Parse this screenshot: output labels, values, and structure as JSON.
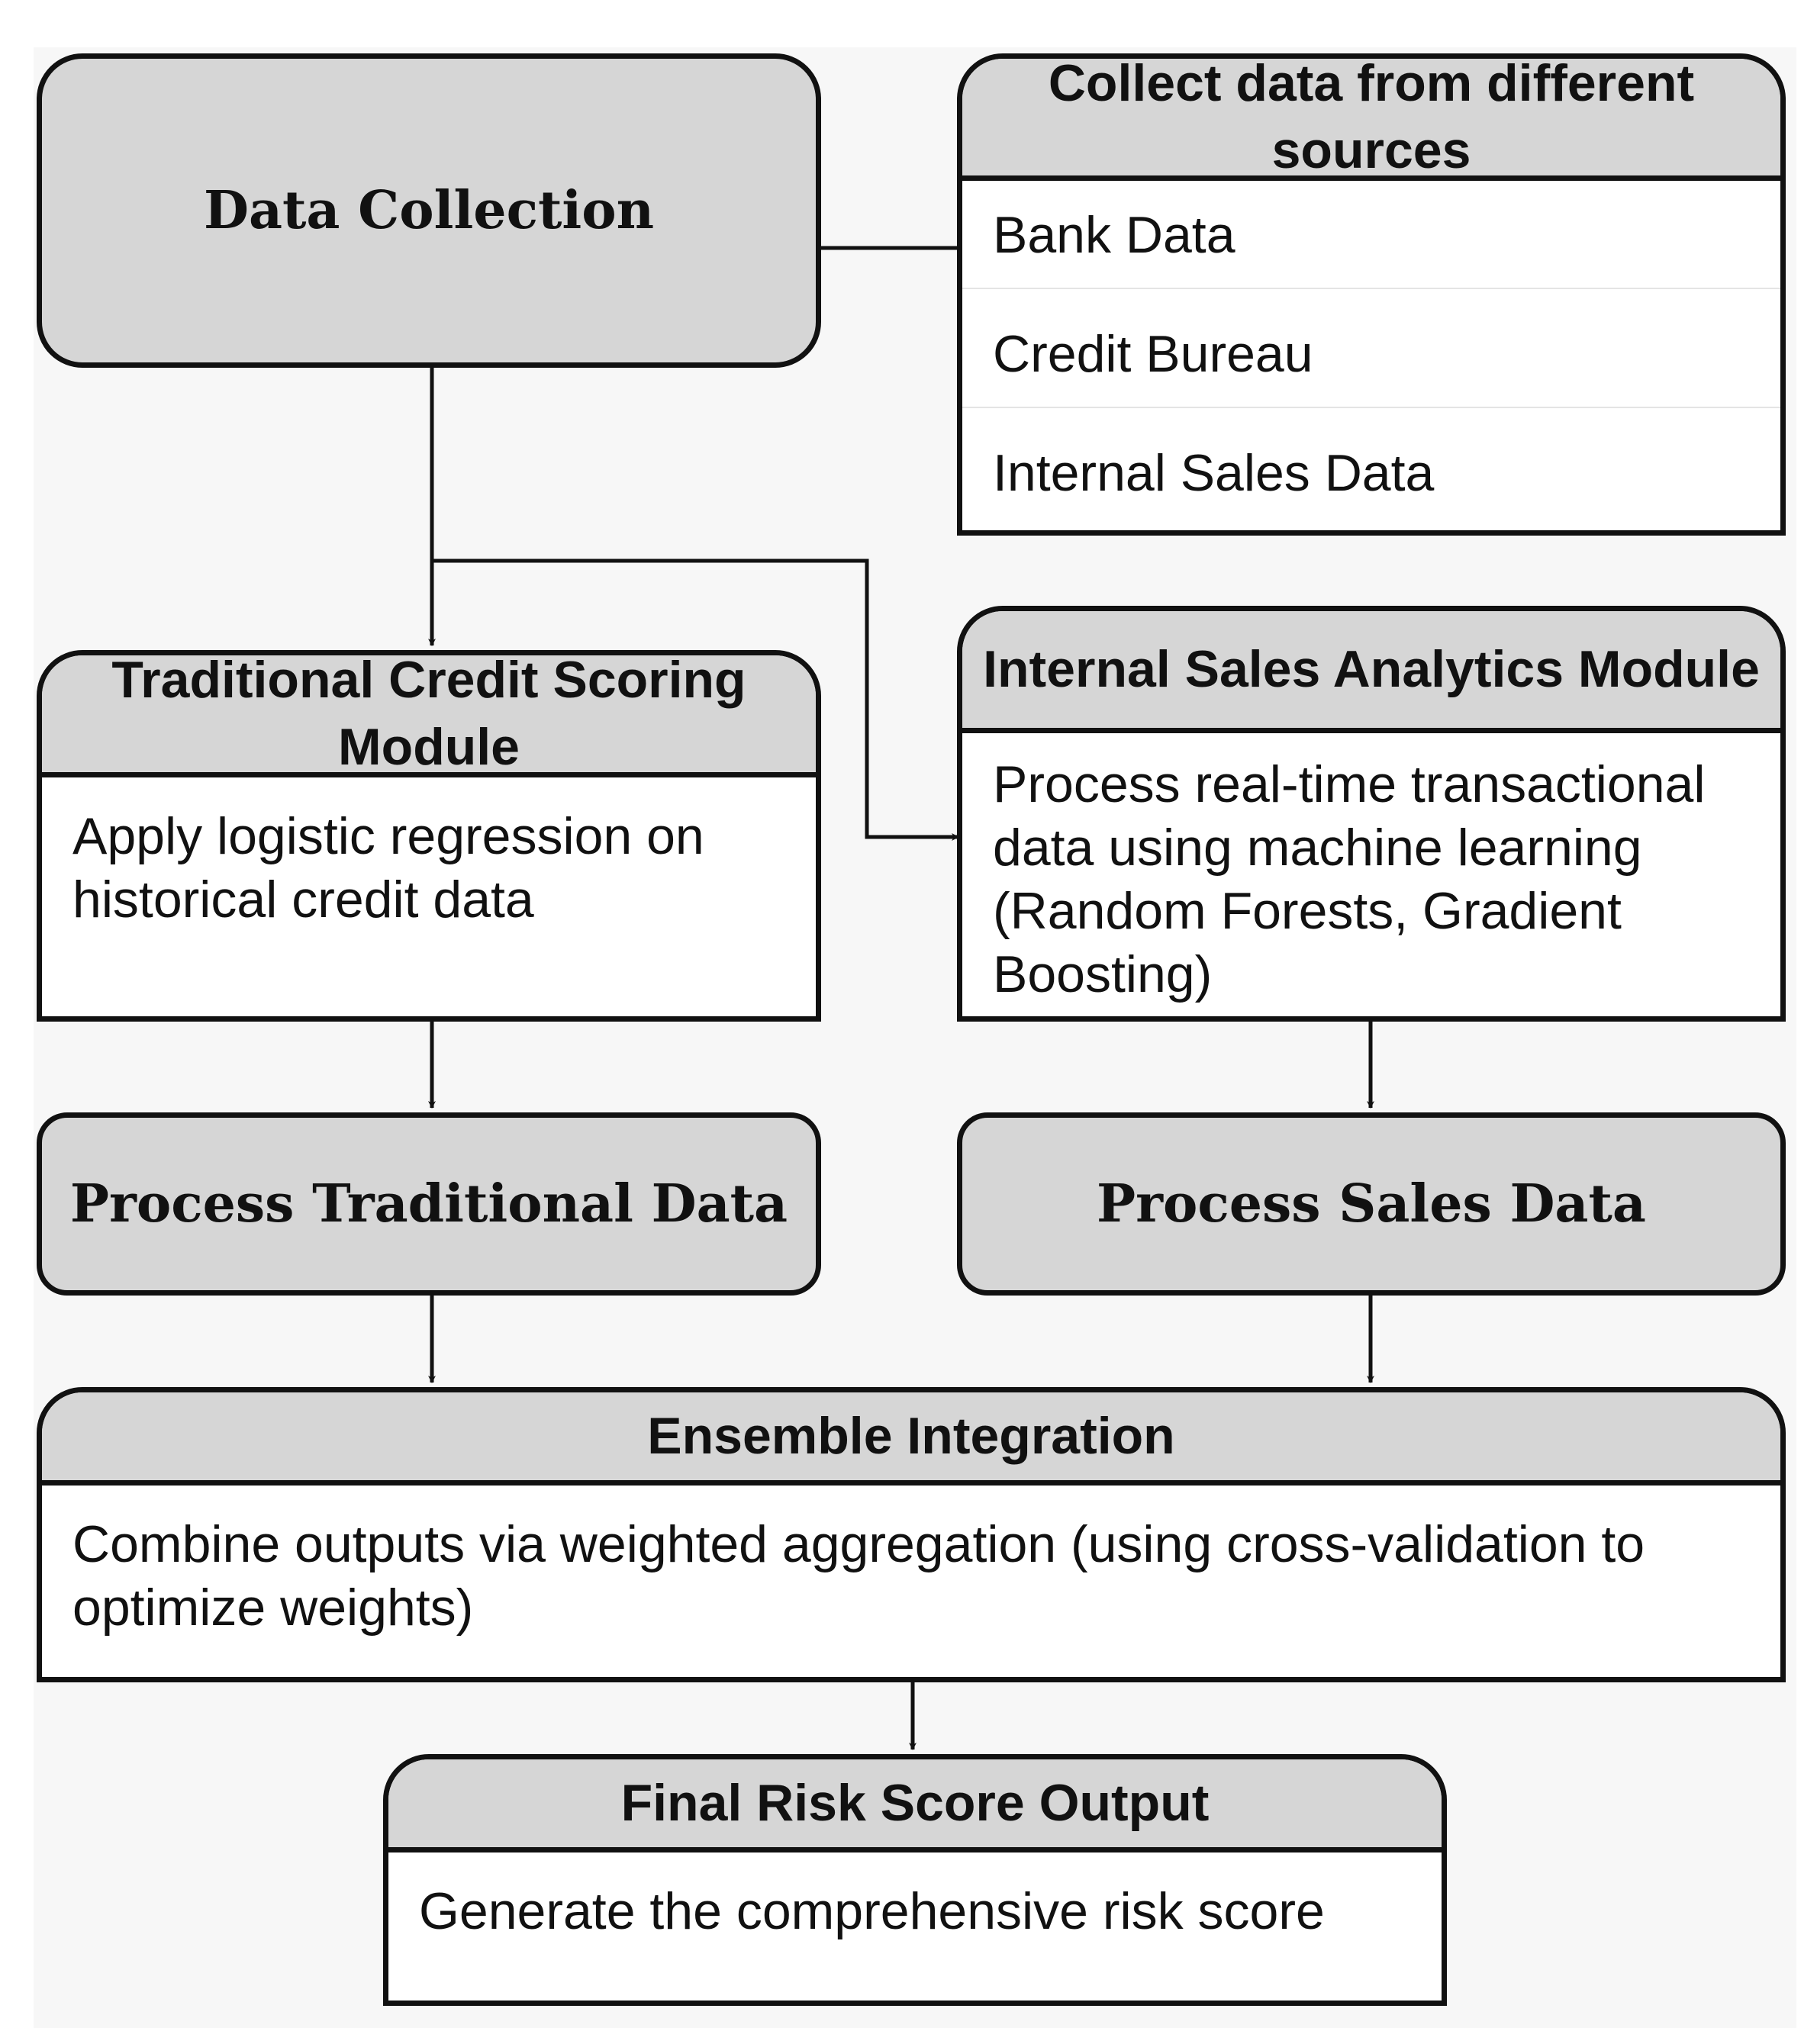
{
  "nodes": {
    "data_collection": "Data Collection",
    "sources": {
      "title": "Collect data from different sources",
      "items": [
        "Bank Data",
        "Credit Bureau",
        "Internal Sales Data"
      ]
    },
    "traditional_module": {
      "title": "Traditional Credit Scoring Module",
      "body": "Apply logistic regression on historical credit data"
    },
    "sales_module": {
      "title": "Internal Sales Analytics Module",
      "body": "Process real-time transactional data using machine learning (Random Forests, Gradient Boosting)"
    },
    "process_traditional": "Process Traditional Data",
    "process_sales": "Process Sales Data",
    "ensemble": {
      "title": "Ensemble Integration",
      "body": "Combine outputs via weighted aggregation (using cross-validation to optimize weights)"
    },
    "final": {
      "title": "Final Risk Score Output",
      "body": "Generate the comprehensive risk score"
    }
  }
}
